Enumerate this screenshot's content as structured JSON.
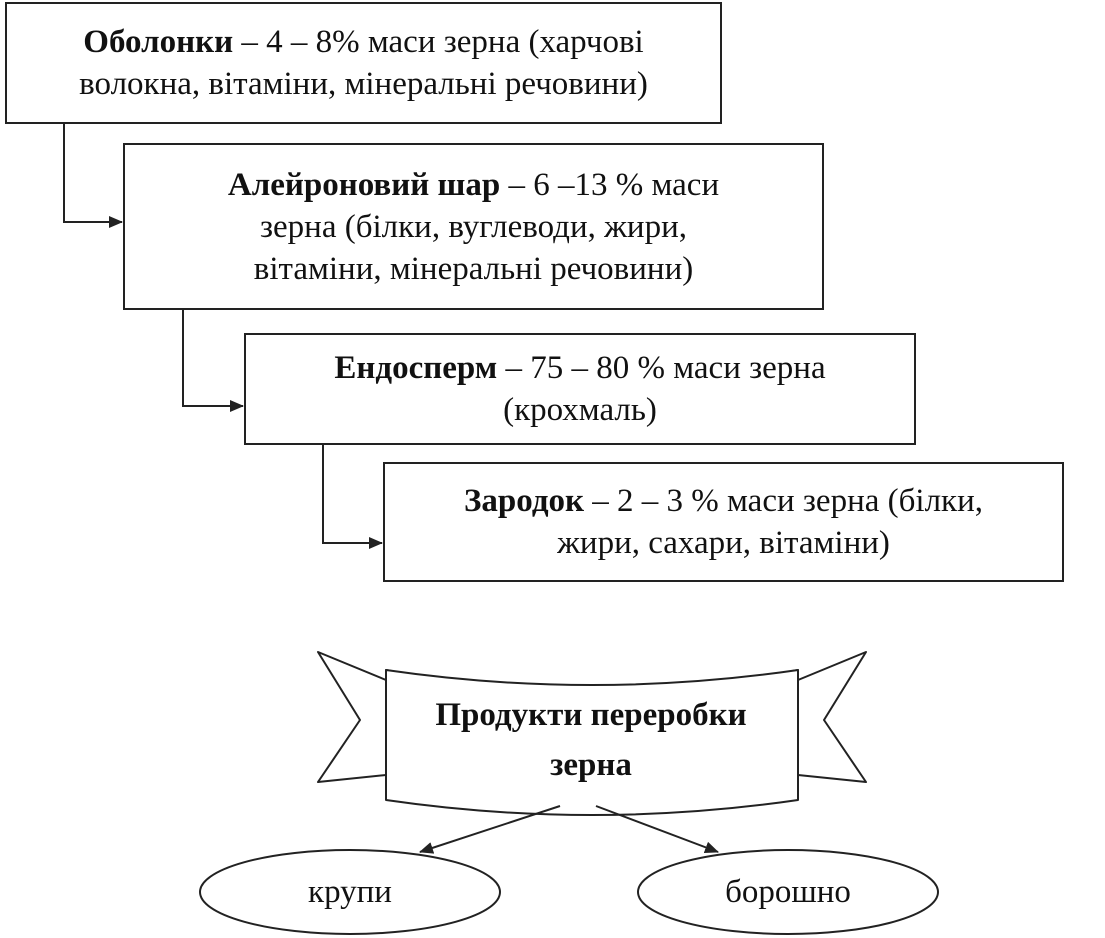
{
  "layers": [
    {
      "id": "husk",
      "lines": [
        {
          "bold": "Оболонки",
          "text": " – 4 – 8% маси зерна (харчові"
        },
        {
          "bold": "",
          "text": "волокна, вітаміни, мінеральні речовини)"
        }
      ]
    },
    {
      "id": "aleurone",
      "lines": [
        {
          "bold": "Алейроновий шар",
          "text": " – 6 –13 % маси"
        },
        {
          "bold": "",
          "text": "зерна (білки, вуглеводи, жири,"
        },
        {
          "bold": "",
          "text": "вітаміни, мінеральні речовини)"
        }
      ]
    },
    {
      "id": "endosperm",
      "lines": [
        {
          "bold": "Ендосперм",
          "text": " – 75 – 80 % маси зерна"
        },
        {
          "bold": "",
          "text": "(крохмаль)"
        }
      ]
    },
    {
      "id": "germ",
      "lines": [
        {
          "bold": "Зародок",
          "text": " – 2 – 3 % маси зерна (білки,"
        },
        {
          "bold": "",
          "text": "жири, сахари, вітаміни)"
        }
      ]
    }
  ],
  "products": {
    "title_lines": [
      "Продукти переробки",
      "зерна"
    ],
    "outputs": [
      "крупи",
      "борошно"
    ]
  },
  "colors": {
    "stroke": "#222222",
    "text": "#111111",
    "background": "#ffffff"
  }
}
